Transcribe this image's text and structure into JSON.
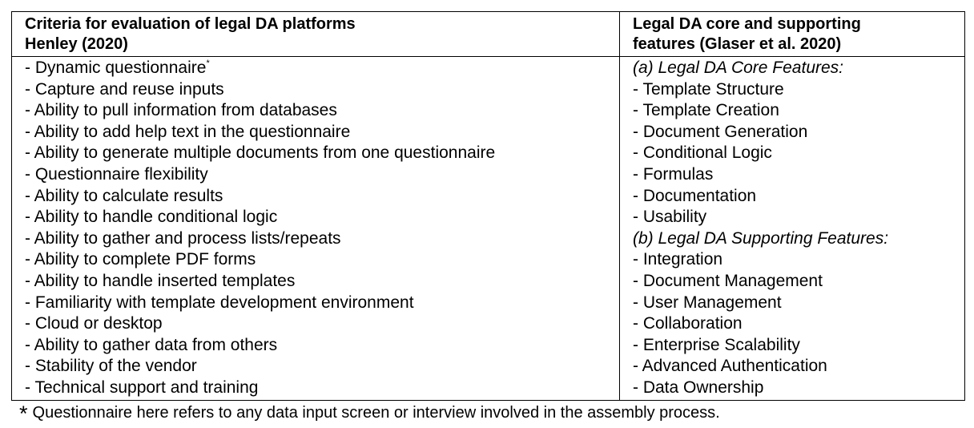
{
  "table": {
    "headers": [
      [
        "Criteria for evaluation of legal DA platforms",
        "Henley (2020)"
      ],
      [
        "Legal DA core and supporting",
        "features (Glaser et al. 2020)"
      ]
    ],
    "left_items": [
      "- Dynamic questionnaire",
      "- Capture and reuse inputs",
      "- Ability to pull information from databases",
      "- Ability to add help text in the questionnaire",
      "- Ability to generate multiple documents from one questionnaire",
      "- Questionnaire flexibility",
      "- Ability to calculate results",
      "- Ability to handle conditional logic",
      "- Ability to gather and process lists/repeats",
      "- Ability to complete PDF forms",
      "- Ability to handle inserted templates",
      "- Familiarity with template development environment",
      "- Cloud or desktop",
      "- Ability to gather data from others",
      "- Stability of the vendor",
      "- Technical support and training"
    ],
    "footnote_ref": "*",
    "right_items": [
      "(a) Legal DA Core Features:",
      "- Template Structure",
      "- Template Creation",
      "- Document Generation",
      "- Conditional Logic",
      "- Formulas",
      "- Documentation",
      "- Usability",
      "(b) Legal DA Supporting Features:",
      "- Integration",
      "- Document Management",
      "- User Management",
      "- Collaboration",
      "- Enterprise Scalability",
      "- Advanced Authentication",
      "- Data Ownership"
    ]
  },
  "footnote": {
    "mark": "*",
    "text": "Questionnaire here refers to any data input screen or interview involved in the assembly process."
  }
}
